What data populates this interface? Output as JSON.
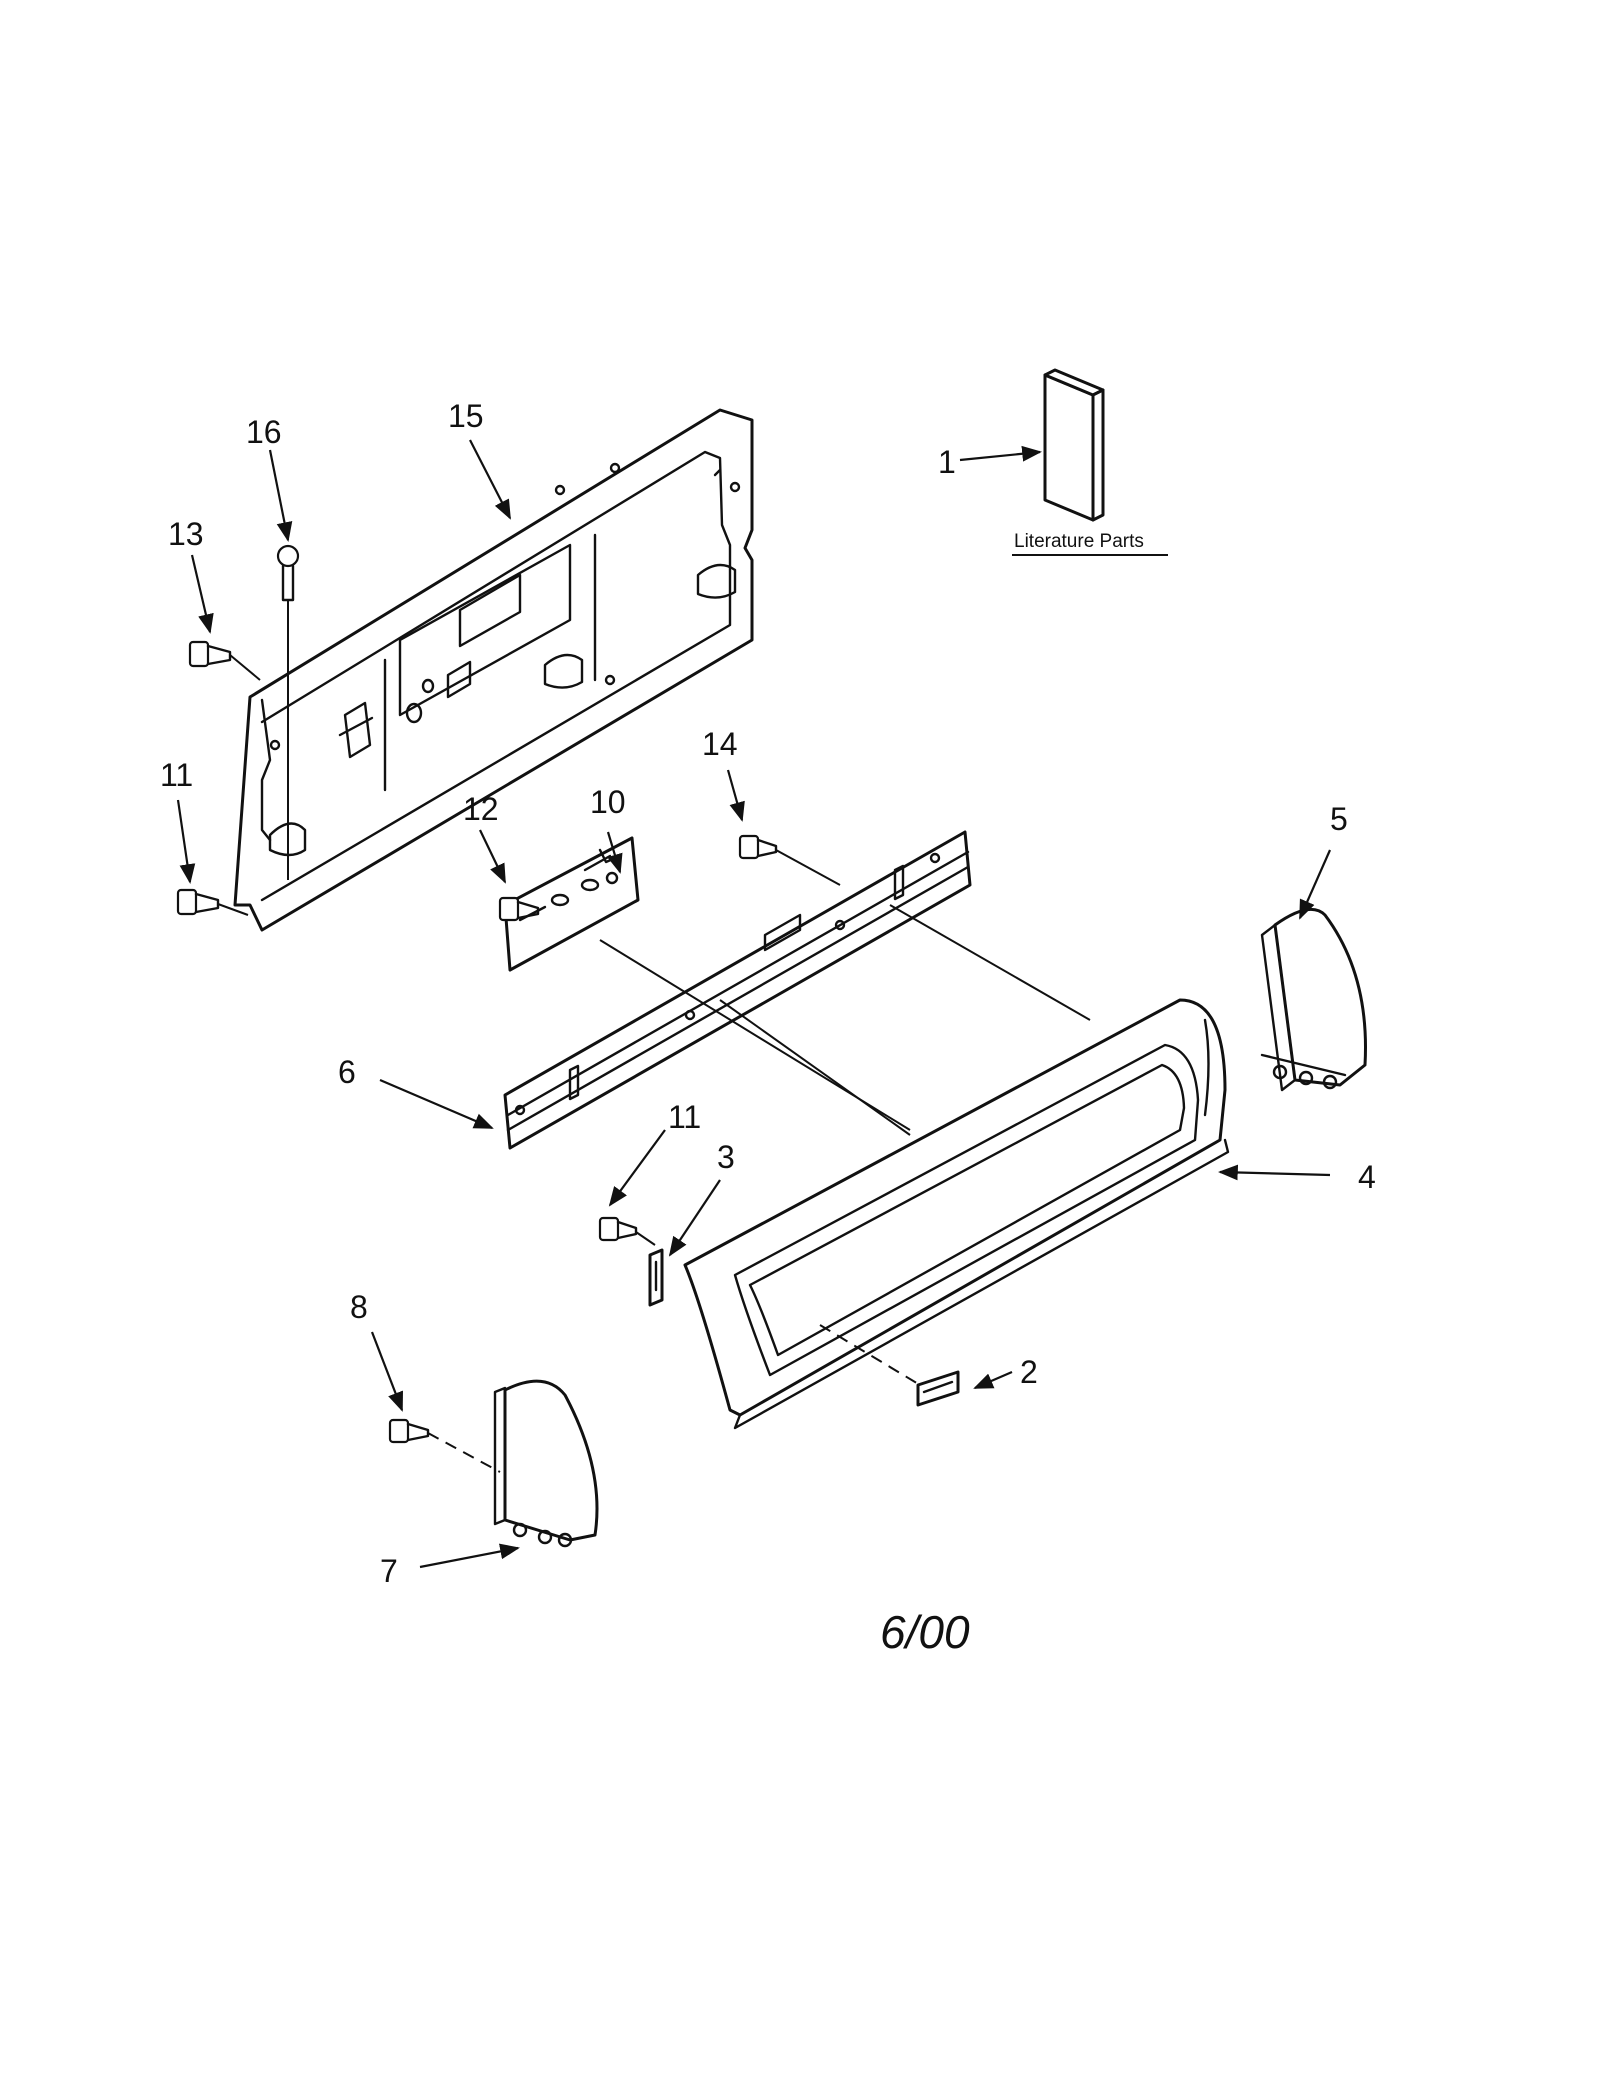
{
  "callouts": {
    "c1": "1",
    "c2": "2",
    "c3": "3",
    "c4": "4",
    "c5": "5",
    "c6": "6",
    "c7": "7",
    "c8": "8",
    "c10": "10",
    "c11a": "11",
    "c11b": "11",
    "c12": "12",
    "c13": "13",
    "c14": "14",
    "c15": "15",
    "c16": "16"
  },
  "literature_label": "Literature Parts",
  "date_mark": "6/00"
}
